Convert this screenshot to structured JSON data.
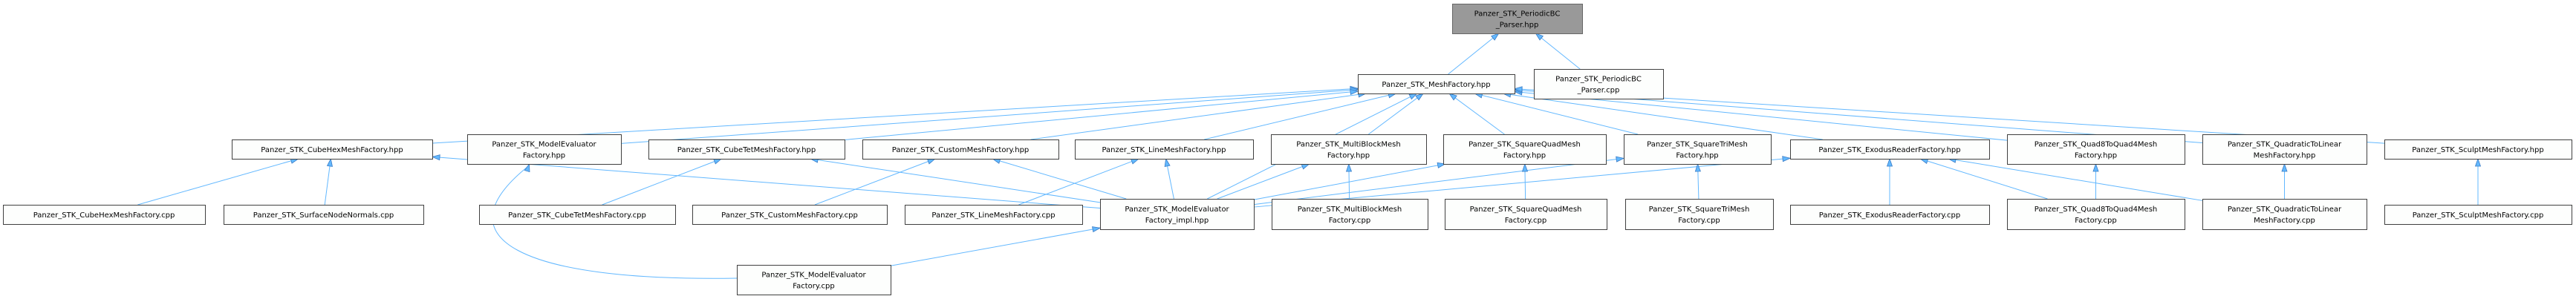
{
  "graph": {
    "colors": {
      "root_fill": "#999999",
      "node_fill": "#fdfefd",
      "node_border": "#404040",
      "edge": "#63b8ff"
    },
    "nodes": [
      {
        "id": "periodic_hpp",
        "lines": [
          "Panzer_STK_PeriodicBC",
          "_Parser.hpp"
        ],
        "highlighted": true
      },
      {
        "id": "meshfactory_hpp",
        "lines": [
          "Panzer_STK_MeshFactory.hpp"
        ]
      },
      {
        "id": "periodic_cpp",
        "lines": [
          "Panzer_STK_PeriodicBC",
          "_Parser.cpp"
        ]
      },
      {
        "id": "cubehex_hpp",
        "lines": [
          "Panzer_STK_CubeHexMeshFactory.hpp"
        ]
      },
      {
        "id": "modeleval_hpp",
        "lines": [
          "Panzer_STK_ModelEvaluator",
          "Factory.hpp"
        ]
      },
      {
        "id": "cubetet_hpp",
        "lines": [
          "Panzer_STK_CubeTetMeshFactory.hpp"
        ]
      },
      {
        "id": "custom_hpp",
        "lines": [
          "Panzer_STK_CustomMeshFactory.hpp"
        ]
      },
      {
        "id": "line_hpp",
        "lines": [
          "Panzer_STK_LineMeshFactory.hpp"
        ]
      },
      {
        "id": "multiblock_hpp",
        "lines": [
          "Panzer_STK_MultiBlockMesh",
          "Factory.hpp"
        ]
      },
      {
        "id": "squarequad_hpp",
        "lines": [
          "Panzer_STK_SquareQuadMesh",
          "Factory.hpp"
        ]
      },
      {
        "id": "squaretri_hpp",
        "lines": [
          "Panzer_STK_SquareTriMesh",
          "Factory.hpp"
        ]
      },
      {
        "id": "exodus_hpp",
        "lines": [
          "Panzer_STK_ExodusReaderFactory.hpp"
        ]
      },
      {
        "id": "quad8_hpp",
        "lines": [
          "Panzer_STK_Quad8ToQuad4Mesh",
          "Factory.hpp"
        ]
      },
      {
        "id": "quadlin_hpp",
        "lines": [
          "Panzer_STK_QuadraticToLinear",
          "MeshFactory.hpp"
        ]
      },
      {
        "id": "sculpt_hpp",
        "lines": [
          "Panzer_STK_SculptMeshFactory.hpp"
        ]
      },
      {
        "id": "cubehex_cpp",
        "lines": [
          "Panzer_STK_CubeHexMeshFactory.cpp"
        ]
      },
      {
        "id": "surfnormals_cpp",
        "lines": [
          "Panzer_STK_SurfaceNodeNormals.cpp"
        ]
      },
      {
        "id": "cubetet_cpp",
        "lines": [
          "Panzer_STK_CubeTetMeshFactory.cpp"
        ]
      },
      {
        "id": "custom_cpp",
        "lines": [
          "Panzer_STK_CustomMeshFactory.cpp"
        ]
      },
      {
        "id": "line_cpp",
        "lines": [
          "Panzer_STK_LineMeshFactory.cpp"
        ]
      },
      {
        "id": "modeleval_impl_hpp",
        "lines": [
          "Panzer_STK_ModelEvaluator",
          "Factory_impl.hpp"
        ]
      },
      {
        "id": "multiblock_cpp",
        "lines": [
          "Panzer_STK_MultiBlockMesh",
          "Factory.cpp"
        ]
      },
      {
        "id": "squarequad_cpp",
        "lines": [
          "Panzer_STK_SquareQuadMesh",
          "Factory.cpp"
        ]
      },
      {
        "id": "squaretri_cpp",
        "lines": [
          "Panzer_STK_SquareTriMesh",
          "Factory.cpp"
        ]
      },
      {
        "id": "exodus_cpp",
        "lines": [
          "Panzer_STK_ExodusReaderFactory.cpp"
        ]
      },
      {
        "id": "quad8_cpp",
        "lines": [
          "Panzer_STK_Quad8ToQuad4Mesh",
          "Factory.cpp"
        ]
      },
      {
        "id": "quadlin_cpp",
        "lines": [
          "Panzer_STK_QuadraticToLinear",
          "MeshFactory.cpp"
        ]
      },
      {
        "id": "sculpt_cpp",
        "lines": [
          "Panzer_STK_SculptMeshFactory.cpp"
        ]
      },
      {
        "id": "modeleval_cpp",
        "lines": [
          "Panzer_STK_ModelEvaluator",
          "Factory.cpp"
        ]
      }
    ],
    "edges": [
      [
        "meshfactory_hpp",
        "periodic_hpp"
      ],
      [
        "periodic_cpp",
        "periodic_hpp"
      ],
      [
        "cubehex_hpp",
        "meshfactory_hpp"
      ],
      [
        "modeleval_hpp",
        "meshfactory_hpp"
      ],
      [
        "cubetet_hpp",
        "meshfactory_hpp"
      ],
      [
        "custom_hpp",
        "meshfactory_hpp"
      ],
      [
        "line_hpp",
        "meshfactory_hpp"
      ],
      [
        "multiblock_hpp",
        "meshfactory_hpp"
      ],
      [
        "squarequad_hpp",
        "meshfactory_hpp"
      ],
      [
        "squaretri_hpp",
        "meshfactory_hpp"
      ],
      [
        "exodus_hpp",
        "meshfactory_hpp"
      ],
      [
        "quad8_hpp",
        "meshfactory_hpp"
      ],
      [
        "quadlin_hpp",
        "meshfactory_hpp"
      ],
      [
        "sculpt_hpp",
        "meshfactory_hpp"
      ],
      [
        "modeleval_impl_hpp",
        "meshfactory_hpp"
      ],
      [
        "cubehex_cpp",
        "cubehex_hpp"
      ],
      [
        "surfnormals_cpp",
        "cubehex_hpp"
      ],
      [
        "modeleval_impl_hpp",
        "cubehex_hpp"
      ],
      [
        "modeleval_impl_hpp",
        "cubetet_hpp"
      ],
      [
        "modeleval_impl_hpp",
        "custom_hpp"
      ],
      [
        "modeleval_impl_hpp",
        "line_hpp"
      ],
      [
        "modeleval_impl_hpp",
        "multiblock_hpp"
      ],
      [
        "modeleval_impl_hpp",
        "squarequad_hpp"
      ],
      [
        "modeleval_impl_hpp",
        "squaretri_hpp"
      ],
      [
        "modeleval_impl_hpp",
        "exodus_hpp"
      ],
      [
        "cubetet_cpp",
        "cubetet_hpp"
      ],
      [
        "custom_cpp",
        "custom_hpp"
      ],
      [
        "line_cpp",
        "line_hpp"
      ],
      [
        "multiblock_cpp",
        "multiblock_hpp"
      ],
      [
        "squarequad_cpp",
        "squarequad_hpp"
      ],
      [
        "squaretri_cpp",
        "squaretri_hpp"
      ],
      [
        "exodus_cpp",
        "exodus_hpp"
      ],
      [
        "quad8_cpp",
        "exodus_hpp"
      ],
      [
        "quad8_cpp",
        "quad8_hpp"
      ],
      [
        "quadlin_cpp",
        "exodus_hpp"
      ],
      [
        "quadlin_cpp",
        "quadlin_hpp"
      ],
      [
        "sculpt_cpp",
        "sculpt_hpp"
      ],
      [
        "modeleval_cpp",
        "modeleval_hpp"
      ],
      [
        "modeleval_cpp",
        "modeleval_impl_hpp"
      ]
    ]
  }
}
